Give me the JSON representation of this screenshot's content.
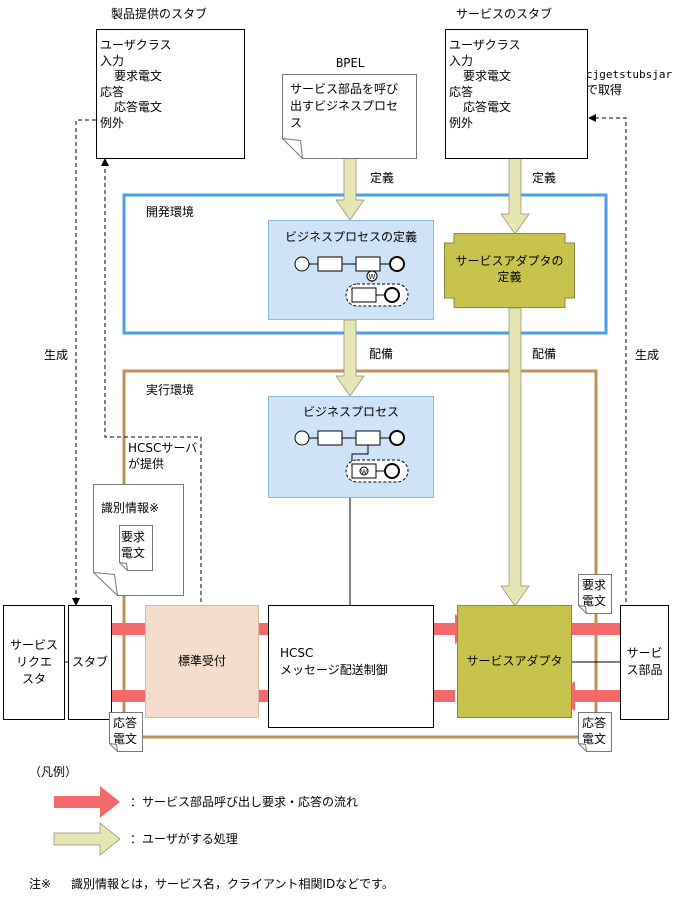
{
  "product_stub": {
    "title": "製品提供のスタブ",
    "lines": [
      "ユーザクラス",
      "入力",
      "要求電文",
      "応答",
      "応答電文",
      "例外"
    ]
  },
  "service_stub": {
    "title": "サービスのスタブ",
    "lines": [
      "ユーザクラス",
      "入力",
      "要求電文",
      "応答",
      "応答電文",
      "例外"
    ],
    "acquire_line1": "cjgetstubsjar",
    "acquire_line2": "で取得"
  },
  "bpel": {
    "label": "BPEL",
    "note_lines": [
      "サービス部品を呼び",
      "出すビジネスプロセ",
      "ス"
    ]
  },
  "labels": {
    "define_left": "定義",
    "define_right": "定義",
    "deploy_left": "配備",
    "deploy_right": "配備",
    "generate_left": "生成",
    "generate_right": "生成"
  },
  "dev_env": {
    "label": "開発環境",
    "bp_def_title": "ビジネスプロセスの定義",
    "sa_def_line1": "サービスアダプタの",
    "sa_def_line2": "定義"
  },
  "runtime_env": {
    "label": "実行環境",
    "bp_title": "ビジネスプロセス",
    "hcsc_line1": "HCSCサーバ",
    "hcsc_line2": "が提供",
    "ident_title": "識別情報※",
    "req_msg_line1": "要求",
    "req_msg_line2": "電文"
  },
  "flow": {
    "requester_line1": "サービス",
    "requester_line2": "リクエ",
    "requester_line3": "スタ",
    "stub": "スタブ",
    "standard_reception": "標準受付",
    "hcsc_line1": "HCSC",
    "hcsc_line2": "メッセージ配送制御",
    "service_adapter": "サービスアダプタ",
    "service_part_line1": "サービ",
    "service_part_line2": "ス部品",
    "req_doc_line1": "要求",
    "req_doc_line2": "電文",
    "resp_doc_line1": "応答",
    "resp_doc_line2": "電文"
  },
  "legend": {
    "title": "（凡例）",
    "red_desc": "：サービス部品呼び出し要求・応答の流れ",
    "yellow_desc": "：ユーザがする処理"
  },
  "footnote": {
    "mark": "注※",
    "text": "識別情報とは，サービス名，クライアント相関IDなどです。"
  },
  "colors": {
    "red_arrow": "#f46a6a",
    "yellow_arrow": "#e6e6b4",
    "dev_border": "#4a9ee6",
    "runtime_border": "#c0905a",
    "bp_box_fill": "#cfe3f8",
    "adapter_fill": "#c8c34c",
    "reception_fill": "#f6dccb"
  }
}
